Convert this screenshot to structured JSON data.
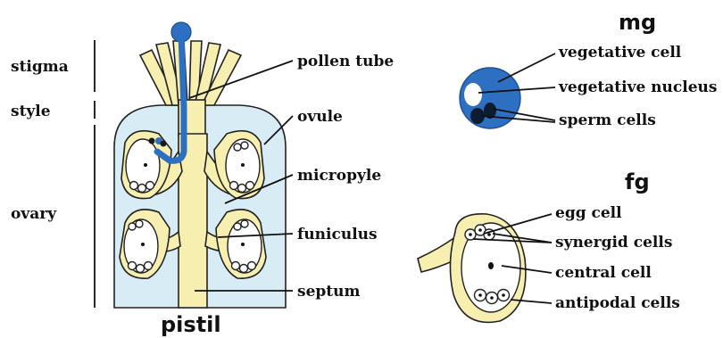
{
  "labels": {
    "stigma": "stigma",
    "style": "style",
    "ovary": "ovary",
    "pollen_tube": "pollen tube",
    "ovule": "ovule",
    "micropyle": "micropyle",
    "funiculus": "funiculus",
    "septum": "septum",
    "pistil": "pistil",
    "mg": "mg",
    "vegetative_cell": "vegetative cell",
    "vegetative_nucleus": "vegetative nucleus",
    "sperm_cells": "sperm cells",
    "fg": "fg",
    "egg_cell": "egg cell",
    "synergid_cells": "synergid cells",
    "central_cell": "central cell",
    "antipodal_cells": "antipodal cells"
  },
  "colors": {
    "pollen_blue": "#2d6fc0",
    "ovary_fill": "#d8ecf6",
    "tissue_yellow": "#f7efb0",
    "outline": "#222222"
  }
}
